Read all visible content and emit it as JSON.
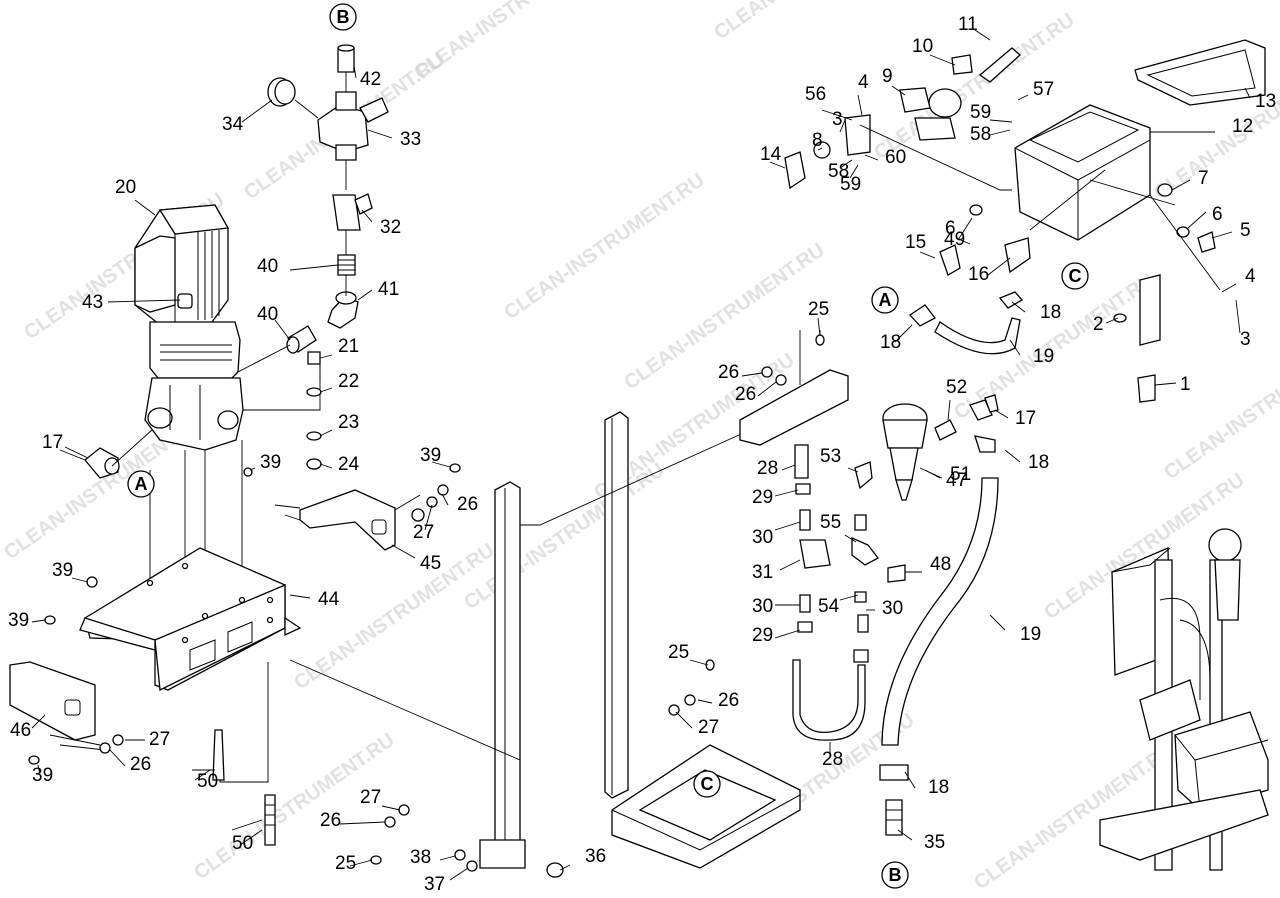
{
  "watermark": "CLEAN-INSTRUMENT.RU",
  "callouts": [
    "1",
    "2",
    "3",
    "4",
    "5",
    "6",
    "7",
    "8",
    "9",
    "10",
    "11",
    "12",
    "13",
    "14",
    "15",
    "16",
    "17",
    "18",
    "19",
    "20",
    "21",
    "22",
    "23",
    "24",
    "25",
    "26",
    "27",
    "28",
    "29",
    "30",
    "31",
    "32",
    "33",
    "34",
    "35",
    "36",
    "37",
    "38",
    "39",
    "40",
    "41",
    "42",
    "43",
    "44",
    "45",
    "46",
    "47",
    "48",
    "49",
    "50",
    "51",
    "52",
    "53",
    "54",
    "55",
    "56",
    "57",
    "58",
    "59",
    "60"
  ],
  "connection_refs": [
    "A",
    "B",
    "C"
  ]
}
